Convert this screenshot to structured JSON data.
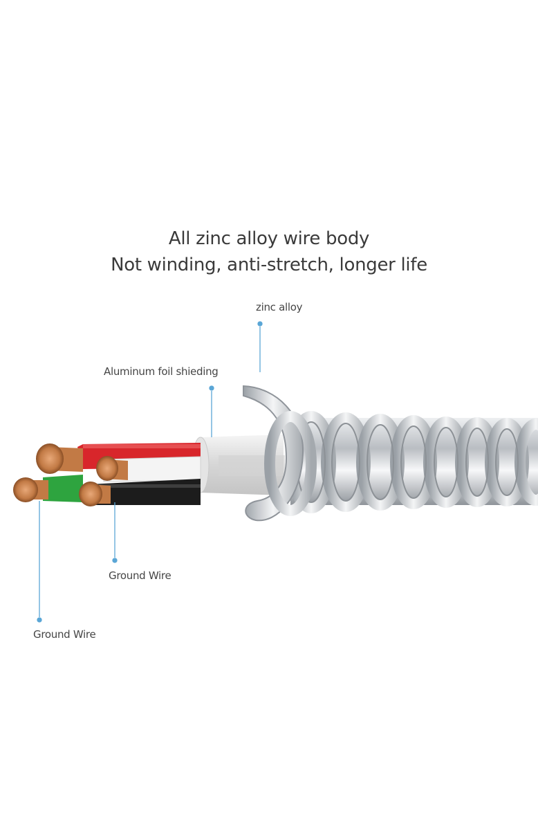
{
  "headline": {
    "line1": "All zinc alloy wire body",
    "line2": "Not winding, anti-stretch, longer life"
  },
  "callouts": {
    "zinc_alloy": "zinc alloy",
    "aluminum_foil": "Aluminum foil shieding",
    "ground_wire_a": "Ground Wire",
    "ground_wire_b": "Ground Wire"
  },
  "colors": {
    "leader_line": "#5aa6d6",
    "wire_red": "#d8262b",
    "wire_white": "#f2f2f2",
    "wire_black": "#1c1c1c",
    "wire_green": "#2ea43f",
    "copper": "#c27a45",
    "metal": "#b9bdc2"
  }
}
